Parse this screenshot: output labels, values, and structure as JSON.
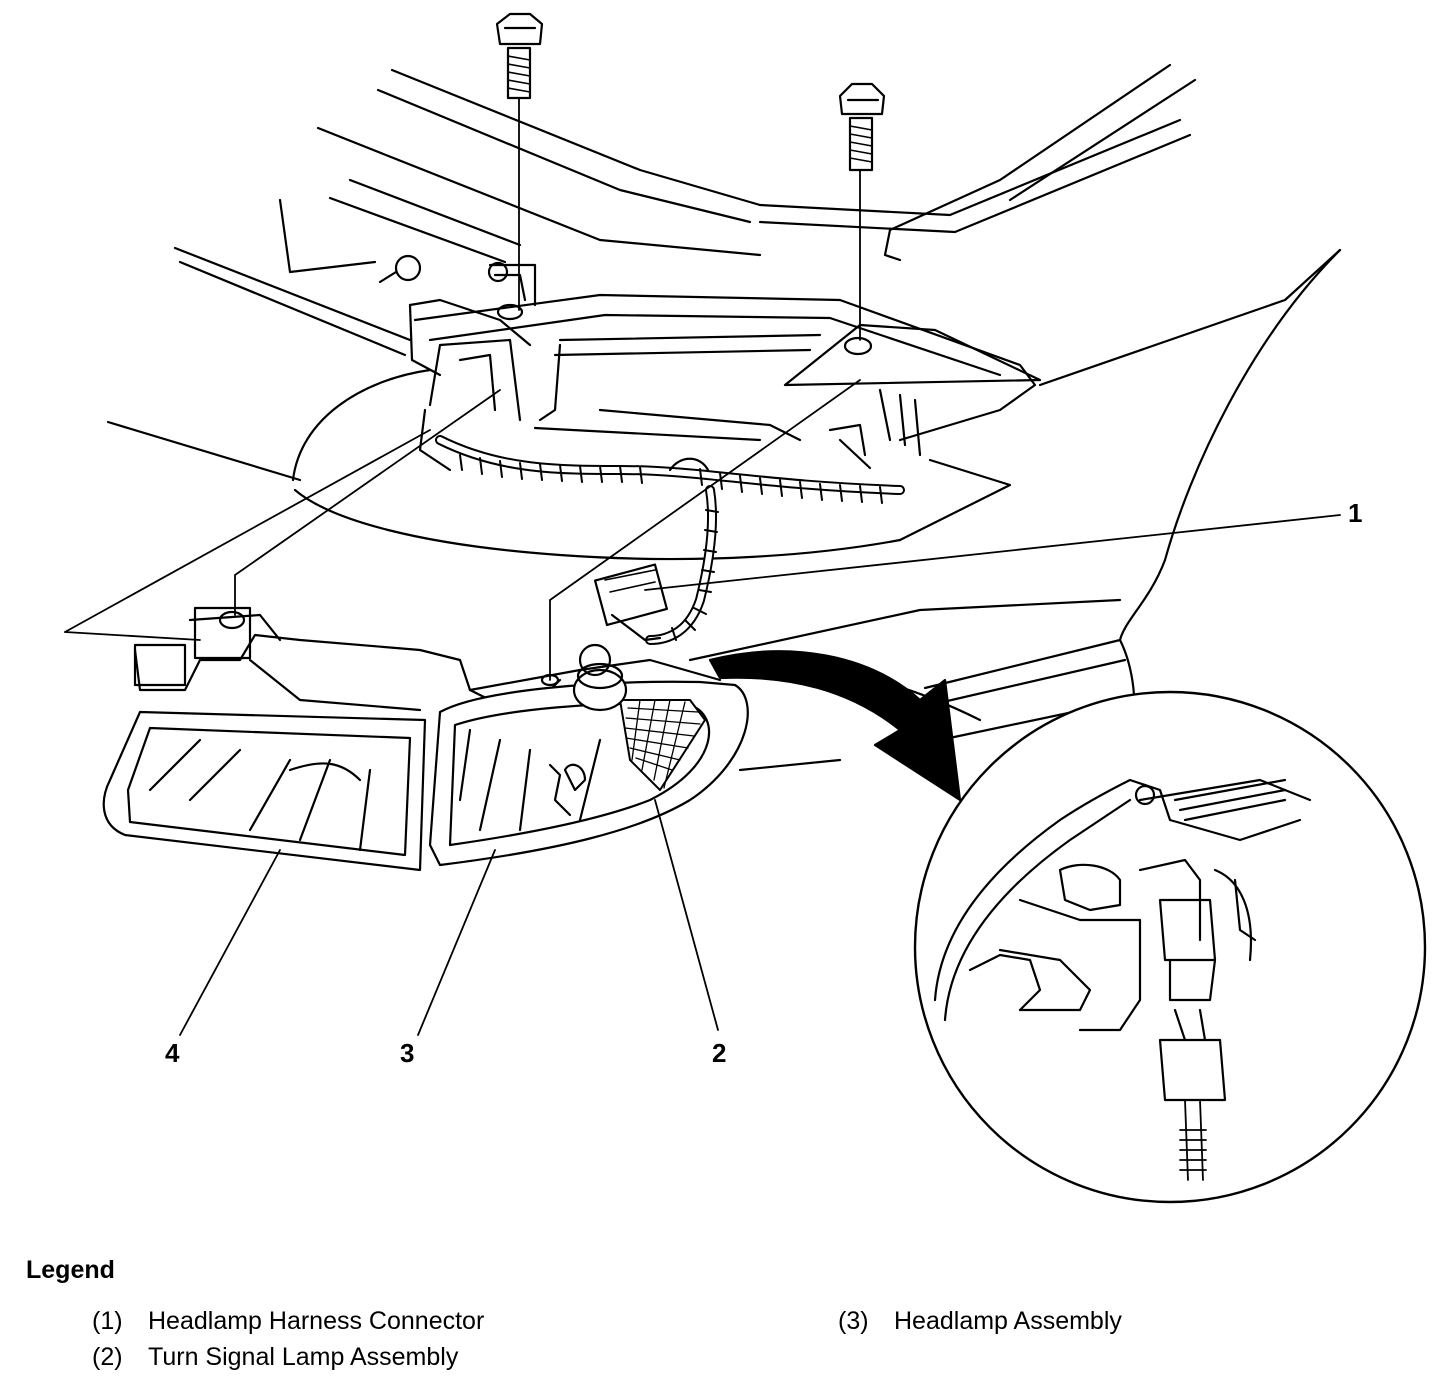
{
  "callouts": {
    "c1": "1",
    "c2": "2",
    "c3": "3",
    "c4": "4"
  },
  "legend": {
    "title": "Legend",
    "items": [
      {
        "num": "(1)",
        "label": "Headlamp Harness Connector"
      },
      {
        "num": "(2)",
        "label": "Turn Signal Lamp Assembly"
      },
      {
        "num": "(3)",
        "label": "Headlamp Assembly"
      }
    ]
  }
}
